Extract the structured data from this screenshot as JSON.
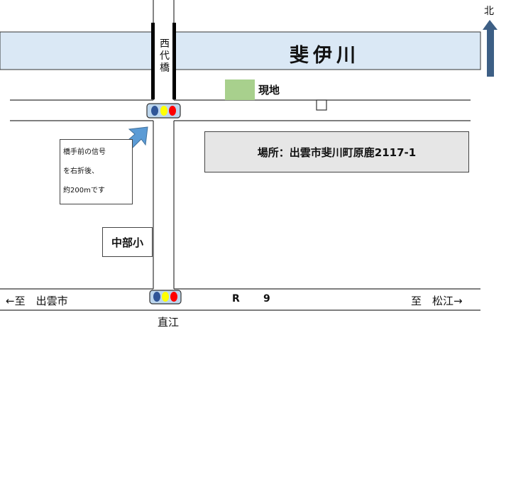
{
  "map": {
    "river_name": "斐伊川",
    "bridge_name": "西代橋",
    "north_label": "北",
    "site_label": "現地",
    "address": "場所：出雲市斐川町原鹿2117-1",
    "note_lines": [
      "橋手前の信号",
      "を右折後、",
      "約200mです"
    ],
    "school_label": "中部小",
    "left_direction": "←至　出雲市",
    "route_label": "R",
    "route_number": "9",
    "right_direction": "至　松江→",
    "intersection_label": "直江"
  },
  "colors": {
    "river": "#dae8f5",
    "site_marker": "#a8d08d",
    "north_arrow": "#3d5f85",
    "turn_arrow": "#5b9bd5",
    "signal_blue": "#2f5597",
    "signal_yellow": "#ffff00",
    "signal_red": "#ff0000",
    "signal_housing": "#bdd7ee"
  },
  "icons": {
    "north_arrow": "north-arrow-icon",
    "turn_arrow": "turn-right-arrow-icon",
    "traffic_signal": "traffic-signal-icon"
  }
}
